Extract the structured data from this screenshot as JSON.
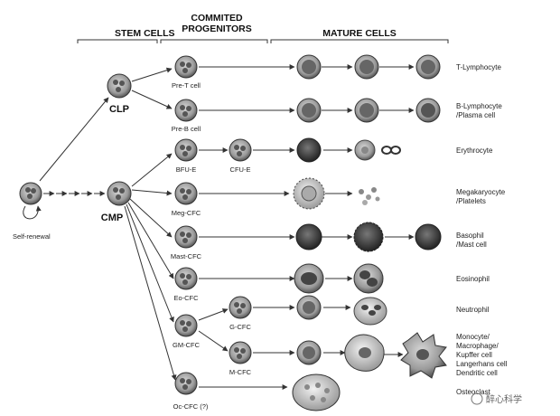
{
  "headers": {
    "stem_cells": "STEM CELLS",
    "committed_line1": "COMMITED",
    "committed_line2": "PROGENITORS",
    "mature_cells": "MATURE CELLS"
  },
  "labels": {
    "self_renewal": "Self-renewal",
    "clp": "CLP",
    "cmp": "CMP",
    "pre_t": "Pre-T cell",
    "pre_b": "Pre-B cell",
    "bfu_e": "BFU-E",
    "cfu_e": "CFU-E",
    "meg_cfc": "Meg-CFC",
    "mast_cfc": "Mast-CFC",
    "eo_cfc": "Eo-CFC",
    "gm_cfc": "GM-CFC",
    "g_cfc": "G-CFC",
    "m_cfc": "M-CFC",
    "oc_cfc": "Oc-CFC (?)"
  },
  "outputs": {
    "t_lymphocyte": "T-Lymphocyte",
    "b_lymphocyte_1": "B-Lymphocyte",
    "b_lymphocyte_2": "/Plasma cell",
    "erythrocyte": "Erythrocyte",
    "megakaryocyte_1": "Megakaryocyte",
    "megakaryocyte_2": "/Platelets",
    "basophil_1": "Basophil",
    "basophil_2": "/Mast cell",
    "eosinophil": "Eosinophil",
    "neutrophil": "Neutrophil",
    "mono_1": "Monocyte/",
    "mono_2": "Macrophage/",
    "mono_3": "Kupffer cell",
    "mono_4": "Langerhans cell",
    "mono_5": "Dendritic cell",
    "osteoclast": "Osteoclast"
  },
  "watermark": "醉心科学"
}
